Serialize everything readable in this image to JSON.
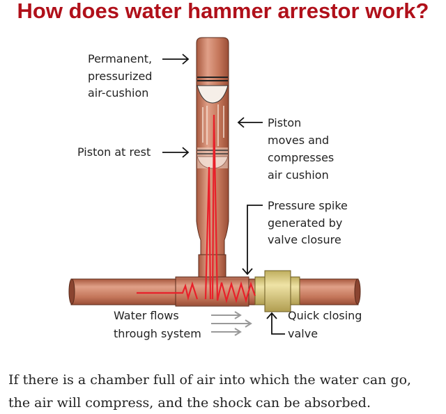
{
  "title": "How does water hammer arrestor work?",
  "labels": {
    "air_cushion": [
      "Permanent,",
      "pressurized",
      "air-cushion"
    ],
    "piston_rest": "Piston at rest",
    "piston_moves": [
      "Piston",
      "moves and",
      "compresses",
      "air cushion"
    ],
    "pressure_spike": [
      "Pressure spike",
      "generated by",
      "valve closure"
    ],
    "water_flows": [
      "Water flows",
      "through system"
    ],
    "valve": [
      "Quick closing",
      "valve"
    ]
  },
  "caption": [
    "If there is a chamber full of air into which the water can go,",
    "the air will compress, and the shock can be absorbed."
  ],
  "colors": {
    "title": "#b0101a",
    "copper": "#c4765a",
    "brass": "#d8c77a",
    "wave": "#e8202a"
  }
}
